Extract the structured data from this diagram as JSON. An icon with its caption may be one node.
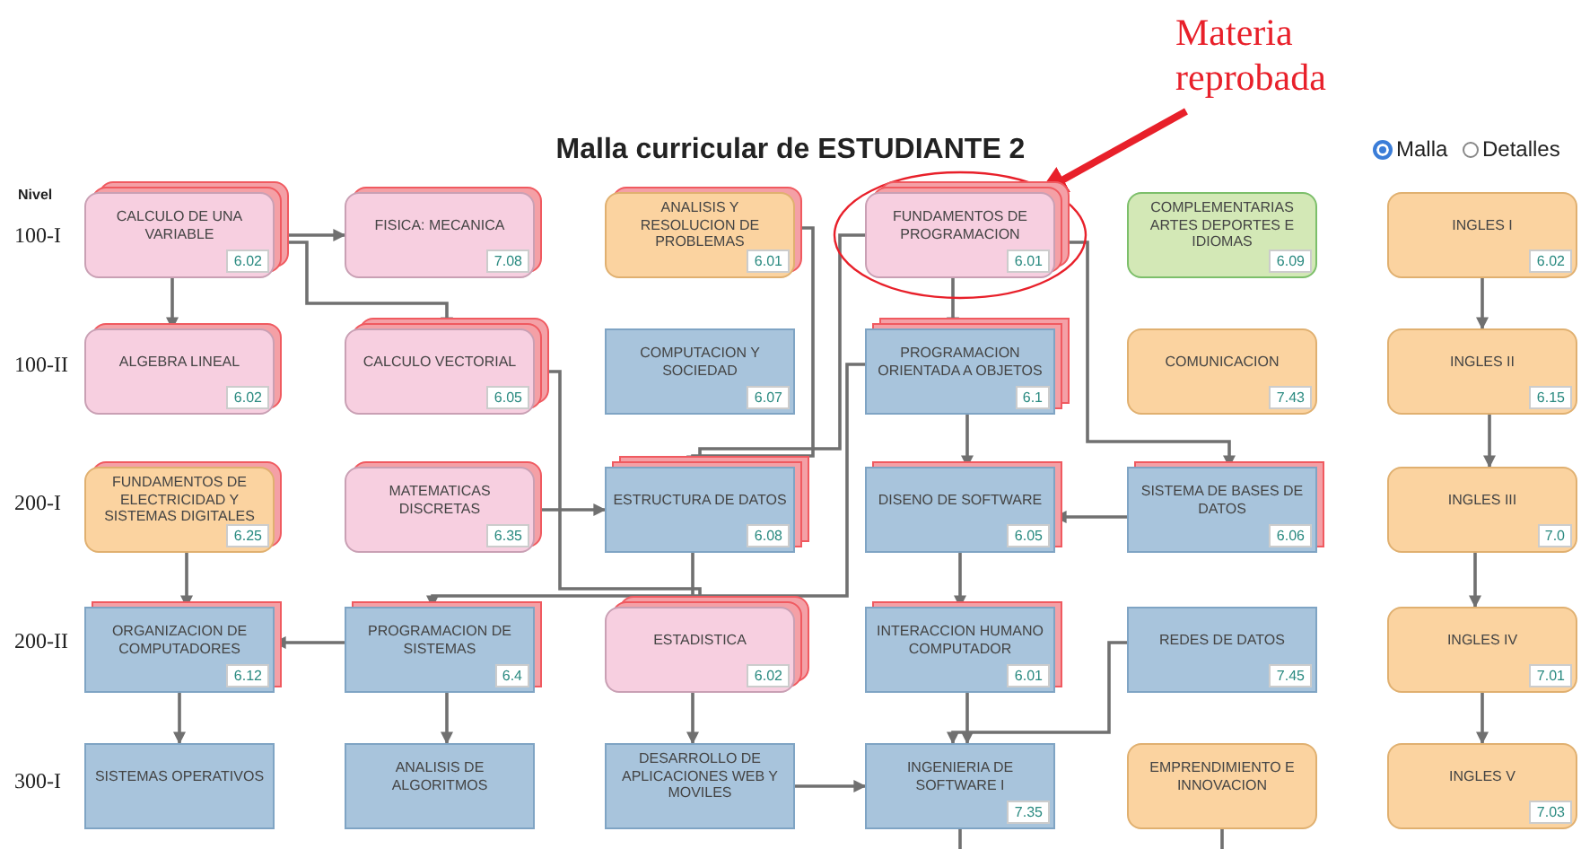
{
  "diagram": {
    "title": "Malla curricular de ESTUDIANTE 2",
    "nodes": [
      {
        "text": [
          "CALCULO DE UNA VARIABLE",
          "6.02"
        ]
      },
      {
        "text": [
          "FISICA: MECANICA",
          "7.08"
        ]
      },
      {
        "text": [
          "ANALISIS Y RESOLUCION DE PROBLEMAS",
          "6.01"
        ]
      },
      {
        "text": [
          "FUNDAMENTOS DE PROGRAMACION",
          "6.01"
        ]
      },
      {
        "text": [
          "COMPLEMENTARIAS ARTES DEPORTES E IDIOMAS",
          "6.09"
        ]
      },
      {
        "text": [
          "INGLES I",
          "6.02"
        ]
      },
      {
        "text": [
          "ALGEBRA LINEAL",
          "6.02"
        ]
      },
      {
        "text": [
          "CALCULO VECTORIAL",
          "6.05"
        ]
      },
      {
        "text": [
          "COMPUTACION Y SOCIEDAD",
          "6.07"
        ]
      },
      {
        "text": [
          "PROGRAMACION ORIENTADA A OBJETOS",
          "6.1"
        ]
      },
      {
        "text": [
          "COMUNICACION",
          "7.43"
        ]
      },
      {
        "text": [
          "INGLES II",
          "6.15"
        ]
      },
      {
        "text": [
          "FUNDAMENTOS DE ELECTRICIDAD Y SISTEMAS DIGITALES",
          "6.25"
        ]
      },
      {
        "text": [
          "MATEMATICAS DISCRETAS",
          "6.35"
        ]
      },
      {
        "text": [
          "ESTRUCTURA DE DATOS",
          "6.08"
        ]
      },
      {
        "text": [
          "DISENO DE SOFTWARE",
          "6.05"
        ]
      },
      {
        "text": [
          "SISTEMA DE BASES DE DATOS",
          "6.06"
        ]
      },
      {
        "text": [
          "INGLES III",
          "7.0"
        ]
      },
      {
        "text": [
          "ORGANIZACION DE COMPUTADORES",
          "6.12"
        ]
      },
      {
        "text": [
          "PROGRAMACION DE SISTEMAS",
          "6.4"
        ]
      },
      {
        "text": [
          "ESTADISTICA",
          "6.02"
        ]
      },
      {
        "text": [
          "INTERACCION HUMANO COMPUTADOR",
          "6.01"
        ]
      },
      {
        "text": [
          "REDES DE DATOS",
          "7.45"
        ]
      },
      {
        "text": [
          "INGLES IV",
          "7.01"
        ]
      },
      {
        "text": [
          "SISTEMAS OPERATIVOS"
        ]
      },
      {
        "text": [
          "ANALISIS DE ALGORITMOS"
        ]
      },
      {
        "text": [
          "DESARROLLO DE APLICACIONES WEB Y MOVILES"
        ]
      },
      {
        "text": [
          "INGENIERIA DE SOFTWARE I",
          "7.35"
        ]
      },
      {
        "text": [
          "EMPRENDIMIENTO E INNOVACION"
        ]
      },
      {
        "text": [
          "INGLES V",
          "7.03"
        ]
      },
      {
        "text": [
          "Materia reprobada"
        ]
      }
    ],
    "edges": [
      {
        "from": 0,
        "to": 6,
        "arrow": "to"
      },
      {
        "from": 0,
        "to": 1,
        "arrow": "to"
      },
      {
        "from": 0,
        "to": 7,
        "arrow": "to"
      },
      {
        "from": 3,
        "to": 9,
        "arrow": "to"
      },
      {
        "from": 3,
        "to": 14,
        "arrow": "to"
      },
      {
        "from": 3,
        "to": 16,
        "arrow": "to"
      },
      {
        "from": 2,
        "to": 14,
        "arrow": "to"
      },
      {
        "from": 7,
        "to": 20,
        "arrow": "to"
      },
      {
        "from": 9,
        "to": 15,
        "arrow": "to"
      },
      {
        "from": 9,
        "to": 19,
        "arrow": "to"
      },
      {
        "from": 13,
        "to": 14,
        "arrow": "to"
      },
      {
        "from": 16,
        "to": 15,
        "arrow": "to"
      },
      {
        "from": 14,
        "to": 20,
        "arrow": "to"
      },
      {
        "from": 15,
        "to": 21,
        "arrow": "to"
      },
      {
        "from": 12,
        "to": 18,
        "arrow": "to"
      },
      {
        "from": 19,
        "to": 18,
        "arrow": "to"
      },
      {
        "from": 18,
        "to": 24,
        "arrow": "to"
      },
      {
        "from": 19,
        "to": 25,
        "arrow": "to"
      },
      {
        "from": 20,
        "to": 26,
        "arrow": "to"
      },
      {
        "from": 26,
        "to": 27,
        "arrow": "to"
      },
      {
        "from": 21,
        "to": 27,
        "arrow": "to"
      },
      {
        "from": 22,
        "to": 27,
        "arrow": "to"
      },
      {
        "from": 5,
        "to": 11,
        "arrow": "to"
      },
      {
        "from": 11,
        "to": 17,
        "arrow": "to"
      },
      {
        "from": 17,
        "to": 23,
        "arrow": "to"
      },
      {
        "from": 23,
        "to": 29,
        "arrow": "to"
      },
      {
        "from": 30,
        "to": 3,
        "arrow": "to",
        "style": "thick",
        "color": "#e8202a"
      },
      {
        "from": 27,
        "to": null,
        "arrow": "none"
      },
      {
        "from": 28,
        "to": null,
        "arrow": "none"
      }
    ],
    "labels": [
      "Malla",
      "Detalles",
      "Nivel",
      "100-I",
      "100-II",
      "200-I",
      "200-II",
      "300-I"
    ]
  }
}
